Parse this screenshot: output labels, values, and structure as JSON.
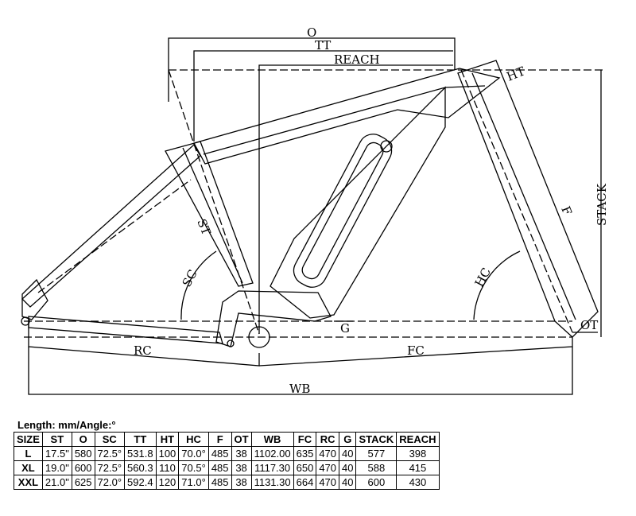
{
  "diagram_labels": {
    "O": "O",
    "TT": "TT",
    "REACH": "REACH",
    "HT": "HT",
    "STACK": "STACK",
    "F": "F",
    "ST": "ST",
    "SC": "SC",
    "HC": "HC",
    "G": "G",
    "OT": "OT",
    "RC": "RC",
    "FC": "FC",
    "WB": "WB"
  },
  "units_note": "Length: mm/Angle:°",
  "table": {
    "headers": [
      "SIZE",
      "ST",
      "O",
      "SC",
      "TT",
      "HT",
      "HC",
      "F",
      "OT",
      "WB",
      "FC",
      "RC",
      "G",
      "STACK",
      "REACH"
    ],
    "rows": [
      [
        "L",
        "17.5\"",
        "580",
        "72.5°",
        "531.8",
        "100",
        "70.0°",
        "485",
        "38",
        "1102.00",
        "635",
        "470",
        "40",
        "577",
        "398"
      ],
      [
        "XL",
        "19.0\"",
        "600",
        "72.5°",
        "560.3",
        "110",
        "70.5°",
        "485",
        "38",
        "1117.30",
        "650",
        "470",
        "40",
        "588",
        "415"
      ],
      [
        "XXL",
        "21.0\"",
        "625",
        "72.0°",
        "592.4",
        "120",
        "71.0°",
        "485",
        "38",
        "1131.30",
        "664",
        "470",
        "40",
        "600",
        "430"
      ]
    ]
  }
}
